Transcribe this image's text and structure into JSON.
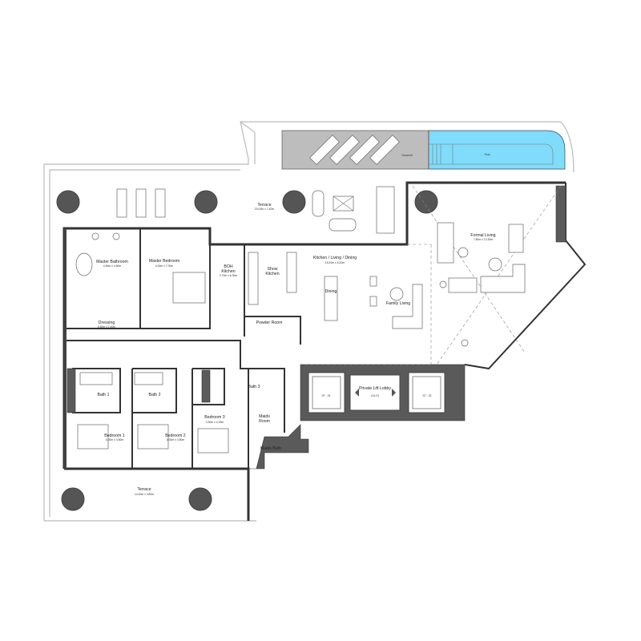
{
  "colors": {
    "pool": "#7fdcfb",
    "sunshelf": "#bdbdbd",
    "wall": "#5a5a5a",
    "planter": "#555555"
  },
  "rooms": {
    "terrace_top": {
      "name": "Terrace",
      "dims": "20.00m x 7.40m"
    },
    "sunshelf": {
      "name": "Sunshelf"
    },
    "pool": {
      "name": "Pool"
    },
    "master_bathroom": {
      "name": "Master Bathroom",
      "dims": "4.50m x 4.60m"
    },
    "master_bedroom": {
      "name": "Master Bedroom",
      "dims": "4.00m x 7.00m"
    },
    "boh_kitchen": {
      "name_1": "BOH",
      "name_2": "Kitchen",
      "dims": "2.70m x 6.30m"
    },
    "show_kitchen": {
      "name_1": "Show",
      "name_2": "Kitchen"
    },
    "kitchen_living_dining": {
      "name": "Kitchen / Living / Dining",
      "dims": "15.20m x 6.20m"
    },
    "dining": {
      "name": "Dining"
    },
    "family_living": {
      "name": "Family Living"
    },
    "formal_living": {
      "name": "Formal Living",
      "dims": "7.80m x 12.30m"
    },
    "dressing": {
      "name": "Dressing",
      "dims": "6.50m x 2.40m"
    },
    "powder_room": {
      "name": "Powder Room"
    },
    "bath_1": {
      "name": "Bath 1"
    },
    "bath_2": {
      "name": "Bath 2"
    },
    "bath_3": {
      "name": "Bath 3"
    },
    "maids_room": {
      "name_1": "Maids",
      "name_2": "Room"
    },
    "maids_bath": {
      "name": "Maids Bath"
    },
    "bedroom_1": {
      "name": "Bedroom 1",
      "dims": "4.00m x 3.50m"
    },
    "bedroom_2": {
      "name": "Bedroom 2",
      "dims": "4.00m x 3.50m"
    },
    "bedroom_3": {
      "name": "Bedroom 3",
      "dims": "3.50m x 4.20m"
    },
    "private_lift_lobby": {
      "name": "Private Lift Lobby",
      "code": "L01-01"
    },
    "st_01": {
      "name": "ST - 01"
    },
    "st_02": {
      "name": "ST - 02"
    },
    "terrace_bottom": {
      "name": "Terrace",
      "dims": "14.00m x 3.80m"
    }
  }
}
